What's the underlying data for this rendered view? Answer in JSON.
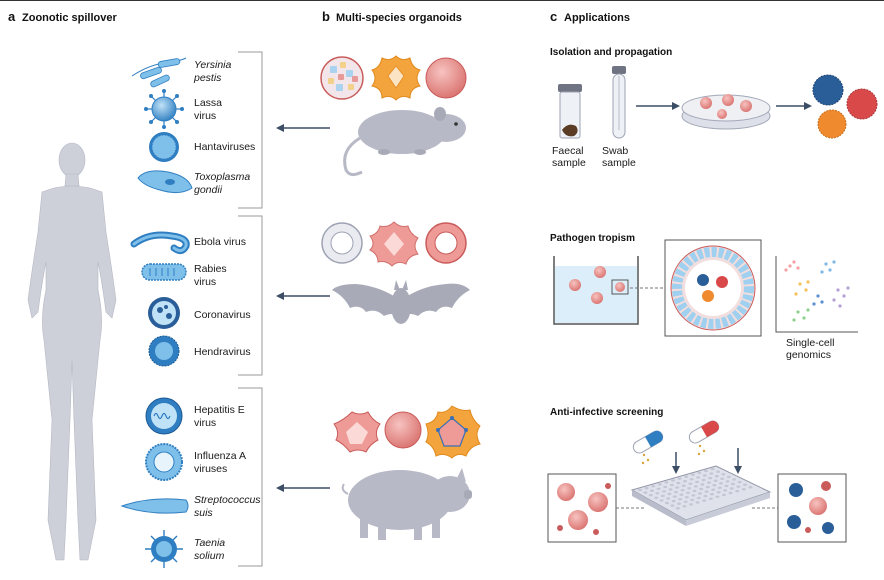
{
  "panels": {
    "a": {
      "letter": "a",
      "title": "Zoonotic spillover"
    },
    "b": {
      "letter": "b",
      "title": "Multi-species organoids"
    },
    "c": {
      "letter": "c",
      "title": "Applications"
    }
  },
  "pathogens": {
    "rodent": [
      {
        "line1": "Yersinia",
        "line2": "pestis",
        "italic": true
      },
      {
        "line1": "Lassa",
        "line2": "virus",
        "italic": false
      },
      {
        "line1": "Hantaviruses",
        "line2": "",
        "italic": false
      },
      {
        "line1": "Toxoplasma",
        "line2": "gondii",
        "italic": true
      }
    ],
    "bat": [
      {
        "line1": "Ebola virus",
        "line2": "",
        "italic": false
      },
      {
        "line1": "Rabies",
        "line2": "virus",
        "italic": false
      },
      {
        "line1": "Coronavirus",
        "line2": "",
        "italic": false
      },
      {
        "line1": "Hendravirus",
        "line2": "",
        "italic": false
      }
    ],
    "pig": [
      {
        "line1": "Hepatitis E",
        "line2": "virus",
        "italic": false
      },
      {
        "line1": "Influenza A",
        "line2": "viruses",
        "italic": false
      },
      {
        "line1": "Streptococcus",
        "line2": "suis",
        "italic": true
      },
      {
        "line1": "Taenia",
        "line2": "solium",
        "italic": true
      }
    ]
  },
  "applications": {
    "isolation": {
      "title": "Isolation and propagation",
      "faecal": {
        "line1": "Faecal",
        "line2": "sample"
      },
      "swab": {
        "line1": "Swab",
        "line2": "sample"
      }
    },
    "tropism": {
      "title": "Pathogen tropism",
      "genomics": {
        "line1": "Single-cell",
        "line2": "genomics"
      }
    },
    "screening": {
      "title": "Anti-infective screening"
    }
  },
  "colors": {
    "virus_blue": "#2f7ec1",
    "virus_light": "#7fc0ea",
    "organoid_pink": "#e8918f",
    "organoid_dark": "#c95c5a",
    "animal_grey": "#b7b9c6",
    "human_grey": "#cdcfd9",
    "bracket": "#999999",
    "arrow": "#3b4e66"
  }
}
